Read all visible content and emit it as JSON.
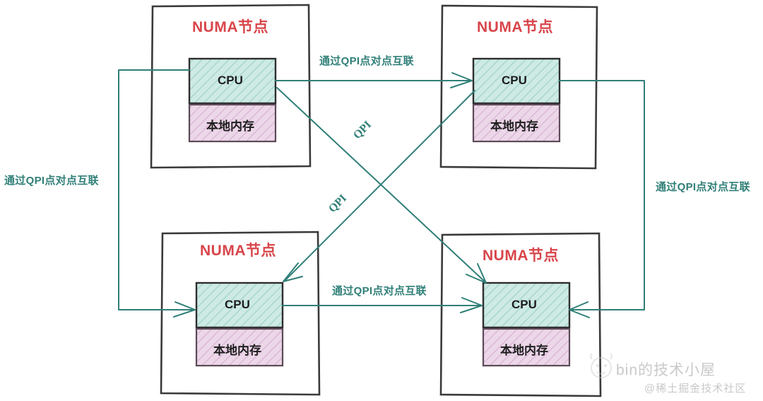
{
  "diagram": {
    "title_color": "#d8454a",
    "link_color": "#2f7f77",
    "cpu_fill": "#cdeae4",
    "memory_fill": "#ecd7e8",
    "node_label": "NUMA节点",
    "cpu_label": "CPU",
    "memory_label": "本地内存",
    "qpi_short": "QPI",
    "interconnect_label": "通过QPI点对点互联",
    "nodes": [
      {
        "id": "node-top-left",
        "title": "NUMA节点",
        "cpu": "CPU",
        "memory": "本地内存"
      },
      {
        "id": "node-top-right",
        "title": "NUMA节点",
        "cpu": "CPU",
        "memory": "本地内存"
      },
      {
        "id": "node-bottom-left",
        "title": "NUMA节点",
        "cpu": "CPU",
        "memory": "本地内存"
      },
      {
        "id": "node-bottom-right",
        "title": "NUMA节点",
        "cpu": "CPU",
        "memory": "本地内存"
      }
    ],
    "links": [
      {
        "id": "link-top",
        "label": "通过QPI点对点互联"
      },
      {
        "id": "link-left",
        "label": "通过QPI点对点互联"
      },
      {
        "id": "link-right",
        "label": "通过QPI点对点互联"
      },
      {
        "id": "link-bottom",
        "label": "通过QPI点对点互联"
      },
      {
        "id": "link-diag-a",
        "label": "QPI"
      },
      {
        "id": "link-diag-b",
        "label": "QPI"
      }
    ]
  },
  "watermark": {
    "main": "bin的技术小屋",
    "sub": "@稀土掘金技术社区"
  }
}
